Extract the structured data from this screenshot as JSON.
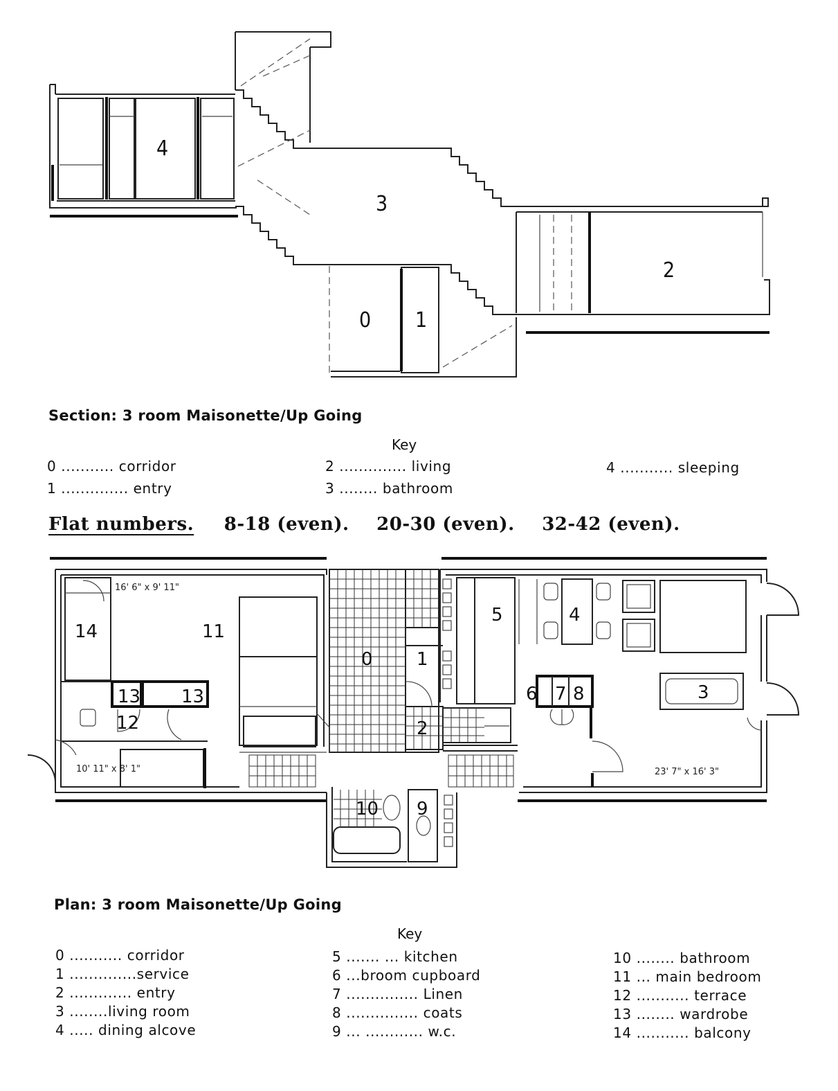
{
  "section": {
    "caption": "Section: 3 room Maisonette/Up Going",
    "room_labels": [
      "4",
      "3",
      "2",
      "0",
      "1"
    ],
    "key_title": "Key",
    "key": [
      "0 ........... corridor",
      "1 .............. entry",
      "2 .............. living",
      "3 ........ bathroom",
      "4 ........... sleeping"
    ]
  },
  "flats": {
    "label": "Flat numbers.",
    "ranges": [
      "8-18 (even).",
      "20-30 (even).",
      "32-42 (even)."
    ]
  },
  "plan": {
    "caption": "Plan: 3 room Maisonette/Up Going",
    "room_labels": [
      "14",
      "11",
      "0",
      "1",
      "5",
      "4",
      "6",
      "7",
      "8",
      "3",
      "13",
      "13",
      "12",
      "2",
      "10",
      "9"
    ],
    "dimensions": [
      "16' 6\" x 9' 11\"",
      "10' 11\" x 8' 1\"",
      "23' 7\" x 16' 3\""
    ],
    "key_title": "Key",
    "key": [
      "0 ........... corridor",
      "1 ..............service",
      "2 ............. entry",
      "3 ........living room",
      "4 ..... dining alcove",
      "5 ....... ... kitchen",
      "6 ...broom cupboard",
      "7 ............... Linen",
      "8 ............... coats",
      "9 ... ............ w.c.",
      "10 ........ bathroom",
      "11 ... main bedroom",
      "12 ........... terrace",
      "13 ........ wardrobe",
      "14 ........... balcony"
    ]
  }
}
